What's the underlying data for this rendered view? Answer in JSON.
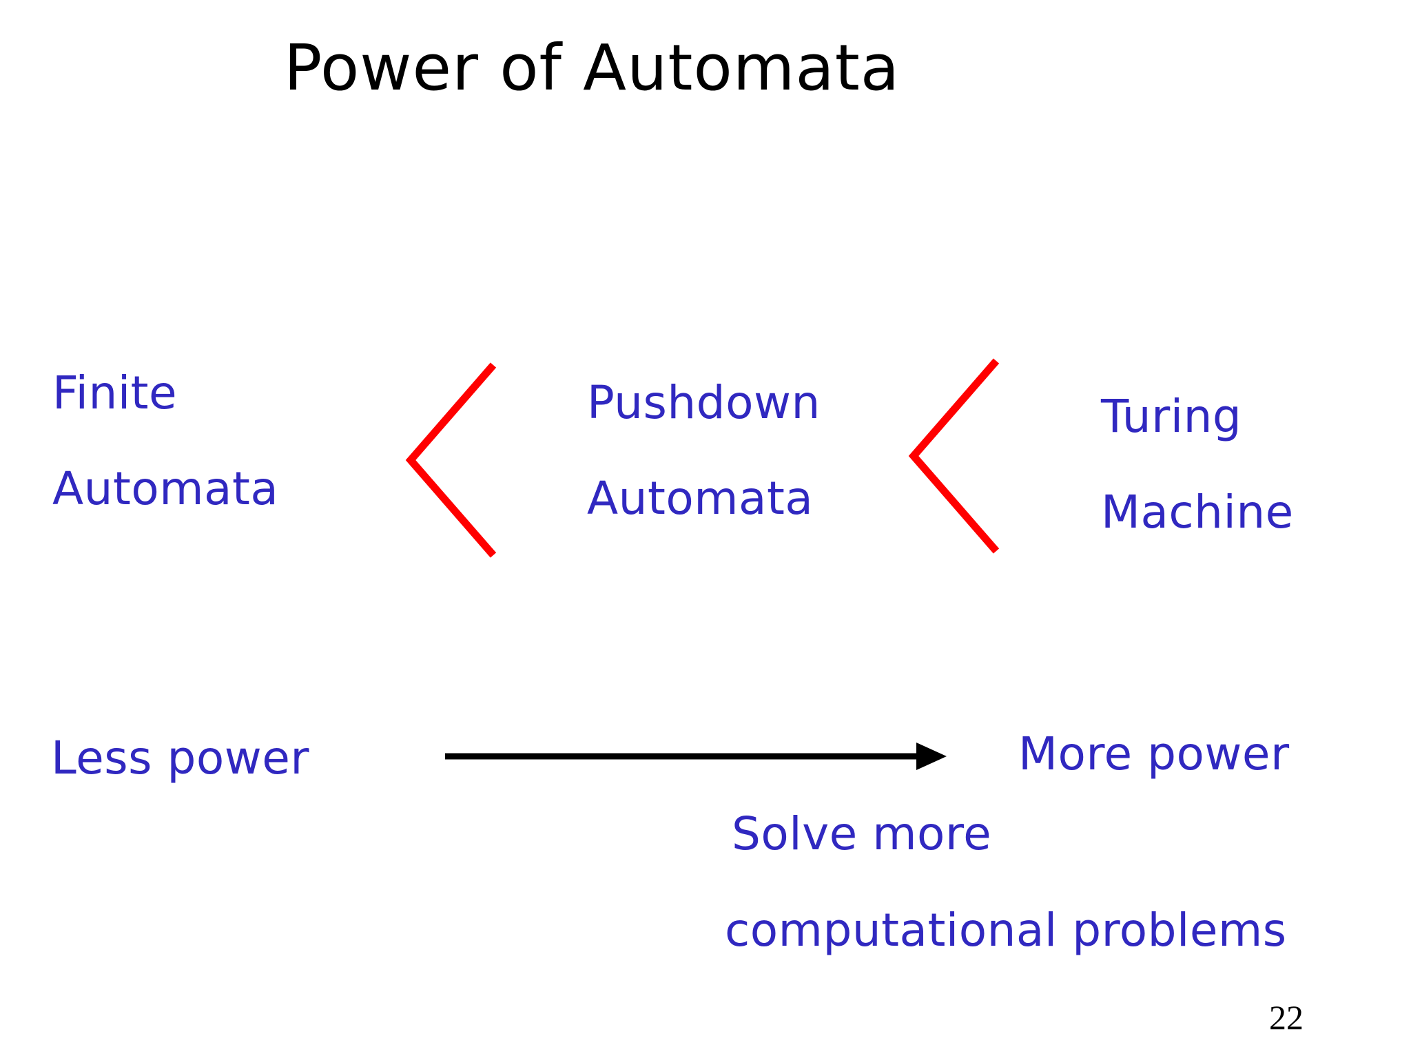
{
  "slide": {
    "title": "Power of Automata",
    "page_number": "22",
    "background_color": "#ffffff",
    "title_color": "#000000",
    "label_color": "#3028C0",
    "chevron_color": "#FF0000",
    "arrow_color": "#000000"
  },
  "hierarchy": {
    "levels": [
      {
        "id": "finite-automata",
        "line1": "Finite",
        "line2": "Automata"
      },
      {
        "id": "pushdown-automata",
        "line1": "Pushdown",
        "line2": "Automata"
      },
      {
        "id": "turing-machine",
        "line1": "Turing",
        "line2": "Machine"
      }
    ],
    "separators": [
      {
        "id": "chevron-left",
        "glyph": "less-than-chevron"
      },
      {
        "id": "chevron-right",
        "glyph": "less-than-chevron"
      }
    ]
  },
  "power_axis": {
    "left_label": "Less power",
    "right_label": "More power",
    "arrow": "rightwards-arrow",
    "note_line1": "Solve more",
    "note_line2": "computational problems"
  }
}
